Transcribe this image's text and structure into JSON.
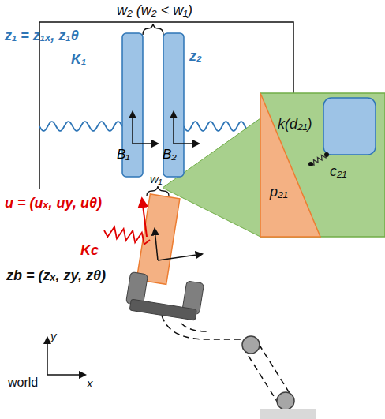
{
  "diagram": {
    "nodes": [
      {
        "text": [
          "B₁"
        ]
      },
      {
        "text": [
          "B₂"
        ]
      }
    ],
    "labels": [
      "w₂ (w₂ < w₁)",
      "z₁ = z₁ₓ, z₁θ",
      "K₁",
      "z₂",
      "w₁",
      "k(d₂₁)",
      "p₂₁",
      "c₂₁",
      "u = (uₓ, uy, uθ)",
      "Kc",
      "zb = (zₓ, zy, zθ)",
      "world",
      "y",
      "x"
    ]
  }
}
